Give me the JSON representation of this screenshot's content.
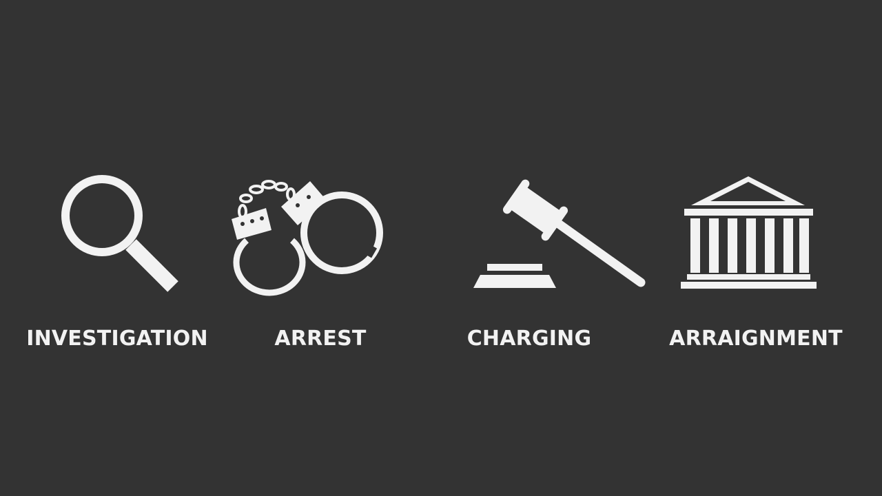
{
  "steps": [
    {
      "label": "INVESTIGATION",
      "icon": "magnifying-glass-icon"
    },
    {
      "label": "ARREST",
      "icon": "handcuffs-icon"
    },
    {
      "label": "CHARGING",
      "icon": "gavel-icon"
    },
    {
      "label": "ARRAIGNMENT",
      "icon": "courthouse-icon"
    }
  ],
  "colors": {
    "background": "#333333",
    "foreground": "#f2f2f2"
  }
}
